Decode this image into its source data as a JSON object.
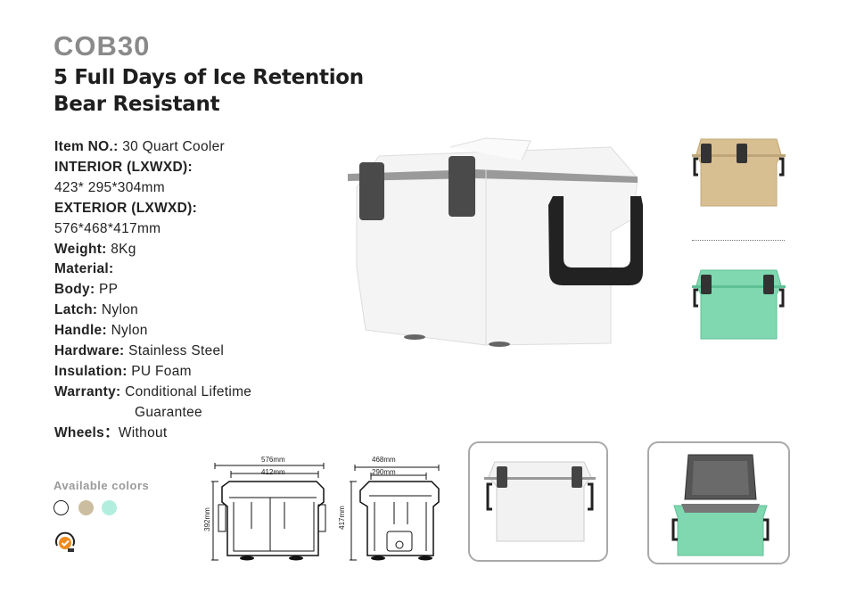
{
  "model": "COB30",
  "headlines": [
    "5 Full Days of Ice Retention",
    "Bear Resistant"
  ],
  "specs": {
    "item_no_label": "Item NO.:",
    "item_no": "30 Quart Cooler",
    "interior_label": "INTERIOR (LXWXD):",
    "interior": "423* 295*304mm",
    "exterior_label": "EXTERIOR (LXWXD):",
    "exterior": "576*468*417mm",
    "weight_label": "Weight:",
    "weight": "8Kg",
    "material_label": "Material:",
    "body_label": "Body:",
    "body": "PP",
    "latch_label": "Latch:",
    "latch": "Nylon",
    "handle_label": "Handle:",
    "handle": "Nylon",
    "hardware_label": "Hardware:",
    "hardware": "Stainless Steel",
    "insulation_label": "Insulation:",
    "insulation": "PU Foam",
    "warranty_label": "Warranty:",
    "warranty_line1": "Conditional Lifetime",
    "warranty_line2": "Guarantee",
    "wheels_label": "Wheels：",
    "wheels": "Without"
  },
  "available_colors": {
    "label": "Available colors",
    "swatches": [
      {
        "name": "white",
        "color": "#ffffff"
      },
      {
        "name": "tan",
        "color": "#cbbd9f"
      },
      {
        "name": "seafoam",
        "color": "#b2eede"
      }
    ]
  },
  "certification_icon": "sgs-certified-icon",
  "drawings": {
    "front": {
      "outer_width": "576mm",
      "inner_width": "412mm",
      "height": "392mm"
    },
    "side": {
      "outer_width": "468mm",
      "inner_width": "290mm",
      "height": "417mm"
    }
  },
  "product_colors": {
    "white": "#f2f2f2",
    "tan": "#d8bf92",
    "green": "#7fd8b0",
    "latch": "#4a4a4a",
    "handle": "#222222"
  }
}
